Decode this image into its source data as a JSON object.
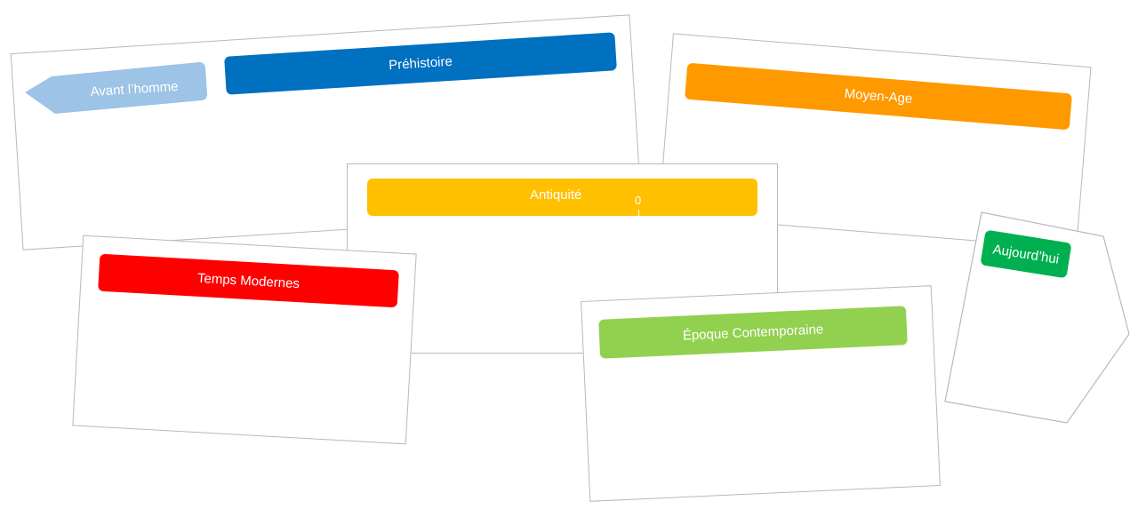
{
  "periods": {
    "before_man": {
      "label": "Avant l’homme",
      "color": "#9dc3e6"
    },
    "prehistory": {
      "label": "Préhistoire",
      "color": "#0070c0"
    },
    "middle_ages": {
      "label": "Moyen-Age",
      "color": "#ff9900"
    },
    "antiquity": {
      "label": "Antiquité",
      "color": "#ffc000"
    },
    "modern_times": {
      "label": "Temps Modernes",
      "color": "#ff0000"
    },
    "contemporary": {
      "label": "Époque Contemporaine",
      "color": "#92d050"
    },
    "today": {
      "label": "Aujourd’hui",
      "color": "#00b050"
    }
  },
  "timeline_origin_label": "0"
}
